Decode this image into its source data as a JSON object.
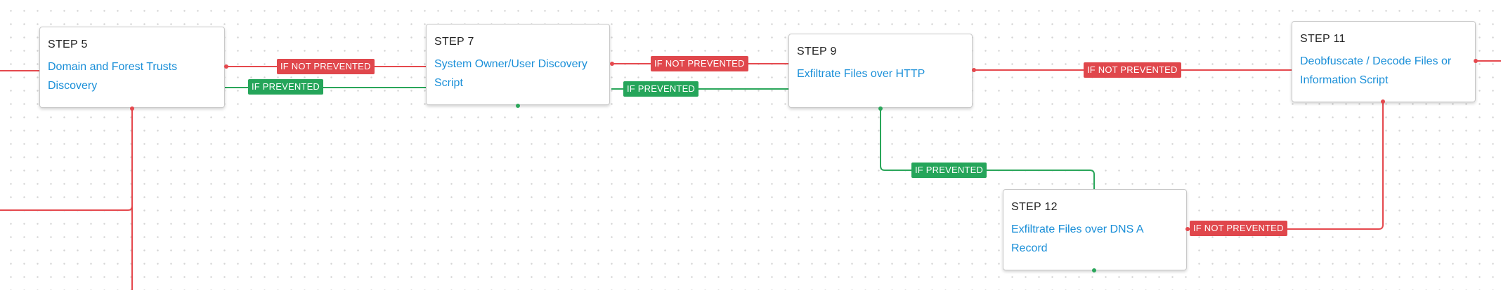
{
  "colors": {
    "not_prevented": "#e0474c",
    "prevented": "#25a55a",
    "link": "#1a8fd8",
    "text": "#222222"
  },
  "nodes": [
    {
      "id": "step5",
      "label": "STEP 5",
      "title": "Domain and Forest Trusts Discovery"
    },
    {
      "id": "step7",
      "label": "STEP 7",
      "title": "System Owner/User Discovery Script"
    },
    {
      "id": "step9",
      "label": "STEP 9",
      "title": "Exfiltrate Files over HTTP"
    },
    {
      "id": "step11",
      "label": "STEP 11",
      "title": "Deobfuscate / Decode Files or Information Script"
    },
    {
      "id": "step12",
      "label": "STEP 12",
      "title": "Exfiltrate Files over DNS A Record"
    }
  ],
  "edges": [
    {
      "from": "step5",
      "to": "step7",
      "label": "IF NOT PREVENTED",
      "kind": "not_prevented"
    },
    {
      "from": "step5",
      "to": "step7",
      "label": "IF PREVENTED",
      "kind": "prevented"
    },
    {
      "from": "step7",
      "to": "step9",
      "label": "IF NOT PREVENTED",
      "kind": "not_prevented"
    },
    {
      "from": "step7",
      "to": "step9",
      "label": "IF PREVENTED",
      "kind": "prevented"
    },
    {
      "from": "step9",
      "to": "step11",
      "label": "IF NOT PREVENTED",
      "kind": "not_prevented"
    },
    {
      "from": "step9",
      "to": "step12",
      "label": "IF PREVENTED",
      "kind": "prevented"
    },
    {
      "from": "step12",
      "to": "step11",
      "label": "IF NOT PREVENTED",
      "kind": "not_prevented"
    }
  ]
}
